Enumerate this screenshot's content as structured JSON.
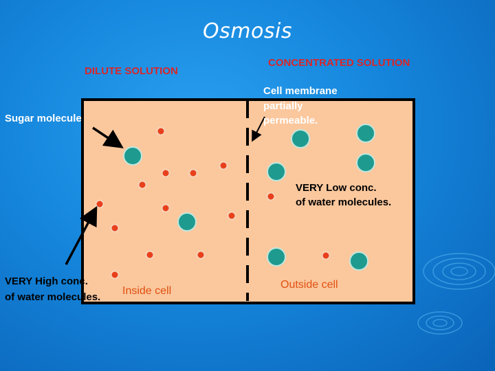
{
  "title": "Osmosis",
  "headings": {
    "dilute": "DILUTE SOLUTION",
    "concentrated": "CONCENTRATED SOLUTION"
  },
  "labels": {
    "sugar_molecule": "Sugar molecule",
    "membrane_line1": "Cell membrane",
    "membrane_line2": "partially",
    "membrane_line3": "permeable.",
    "low_conc_line1": "VERY Low conc.",
    "low_conc_line2": "of water molecules.",
    "high_conc_line1": "VERY High conc.",
    "high_conc_line2": "of water molecules.",
    "inside_cell": "Inside cell",
    "outside_cell": "Outside cell"
  },
  "colors": {
    "background": "#1586dc",
    "cell_fill": "#fbc79d",
    "water_molecule": "#e8401c",
    "sugar_molecule": "#1f9a8e",
    "heading_text": "#d8262a"
  }
}
